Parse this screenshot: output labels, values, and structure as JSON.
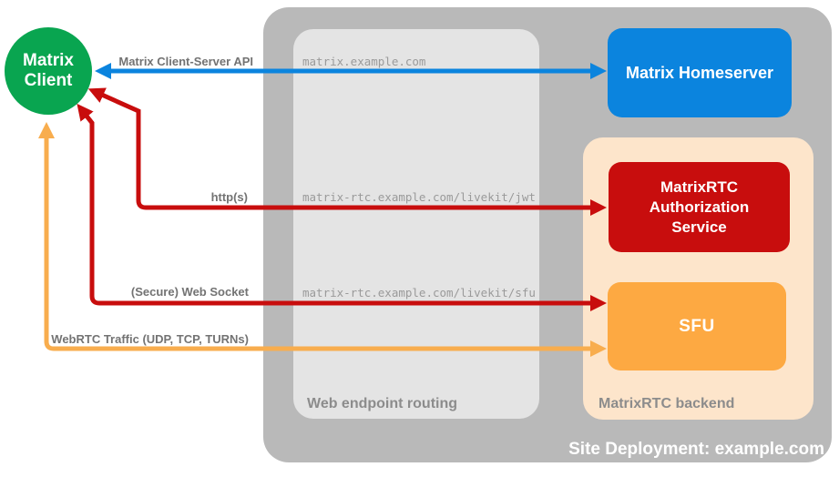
{
  "colors": {
    "green": "#09a550",
    "blue": "#0b84de",
    "red": "#c80d0d",
    "orange": "#fda942",
    "orange_arrow": "#f8ad4e",
    "peach": "#fde5cb",
    "outer_gray": "#b9b9b9",
    "inner_gray": "#e4e4e4",
    "label_gray": "#8c8c8c",
    "arrow_label_gray": "#737373",
    "route_gray": "#9a9a9a"
  },
  "nodes": {
    "matrix_client": "Matrix Client",
    "matrix_homeserver": "Matrix Homeserver",
    "authorization_service": "MatrixRTC Authorization Service",
    "sfu": "SFU"
  },
  "containers": {
    "site_deployment": "Site Deployment: example.com",
    "web_endpoint_routing": "Web endpoint routing",
    "matrixrtc_backend": "MatrixRTC backend"
  },
  "connections": {
    "client_server_api": {
      "label": "Matrix Client-Server API",
      "route": "matrix.example.com",
      "color": "blue",
      "from": "Matrix Client",
      "to": "Matrix Homeserver"
    },
    "https": {
      "label": "http(s)",
      "route": "matrix-rtc.example.com/livekit/jwt",
      "color": "red",
      "from": "Matrix Client",
      "to": "MatrixRTC Authorization Service"
    },
    "websocket": {
      "label": "(Secure) Web Socket",
      "route": "matrix-rtc.example.com/livekit/sfu",
      "color": "red",
      "from": "Matrix Client",
      "to": "SFU"
    },
    "webrtc": {
      "label": "WebRTC Traffic (UDP, TCP, TURNs)",
      "route": "",
      "color": "orange",
      "from": "Matrix Client",
      "to": "SFU"
    }
  }
}
